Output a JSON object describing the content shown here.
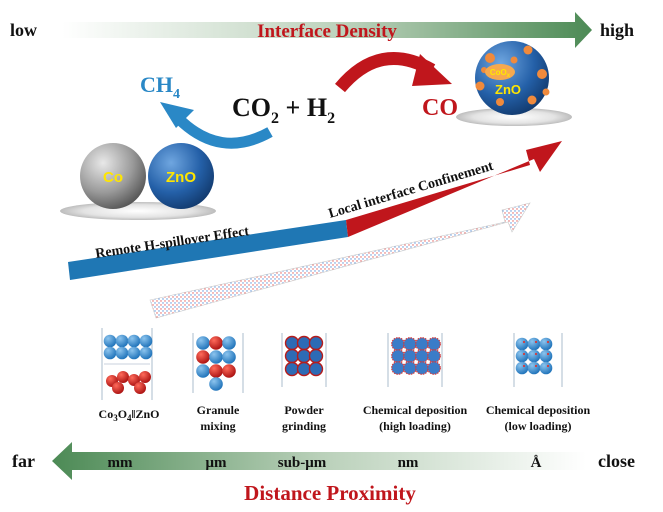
{
  "top_axis": {
    "low_label": "low",
    "high_label": "high",
    "title": "Interface Density"
  },
  "reaction": {
    "ch4": "CH",
    "ch4_sub": "4",
    "co2": "CO",
    "co2_sub": "2",
    "plus": " + ",
    "h2": "H",
    "h2_sub": "2",
    "co": "CO"
  },
  "particles": {
    "co_label": "Co",
    "zno_label": "ZnO",
    "zno_core_label": "ZnO",
    "coox_label": "CoO"
  },
  "effects": {
    "remote": "Remote H-spillover Effect",
    "local": "Local interface Confinement"
  },
  "samples": [
    {
      "line1": "Co",
      "line2": "",
      "formula": true
    },
    {
      "line1": "Granule",
      "line2": "mixing"
    },
    {
      "line1": "Powder",
      "line2": "grinding"
    },
    {
      "line1": "Chemical deposition",
      "line2": "(high loading)"
    },
    {
      "line1": "Chemical deposition",
      "line2": "(low loading)"
    }
  ],
  "sample_formula": {
    "a": "Co",
    "a_sub": "3",
    "b": "O",
    "b_sub": "4",
    "sep": "‖",
    "c": "ZnO"
  },
  "bottom_axis": {
    "far_label": "far",
    "close_label": "close",
    "ticks": [
      "mm",
      "μm",
      "sub-μm",
      "nm",
      "Å"
    ],
    "title": "Distance Proximity"
  },
  "colors": {
    "top_arrow": "#4f8a5a",
    "bottom_arrow": "#4f8a5a",
    "red": "#c0161c",
    "blue": "#1f77b4",
    "ch4_blue": "#2a88c6",
    "zno_blue": "#2460a8",
    "orange": "#f08a3c"
  }
}
